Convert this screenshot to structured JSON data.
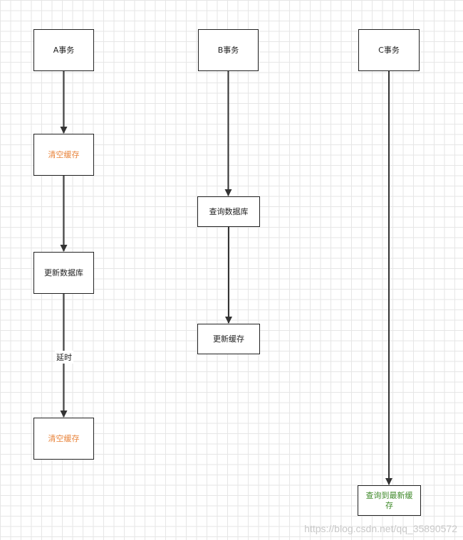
{
  "colors": {
    "line": "#333333",
    "border": "#222222",
    "text": "#222222",
    "orange_text": "#e8833a",
    "green_text": "#3f8a2a",
    "grid": "#e6e6e6"
  },
  "nodes": {
    "a_txn": {
      "label": "A事务",
      "color": "text"
    },
    "a_clear_cache_1": {
      "label": "清空缓存",
      "color": "orange_text"
    },
    "a_update_db": {
      "label": "更新数据库",
      "color": "text"
    },
    "a_clear_cache_2": {
      "label": "清空缓存",
      "color": "orange_text"
    },
    "b_txn": {
      "label": "B事务",
      "color": "text"
    },
    "b_query_db": {
      "label": "查询数据库",
      "color": "text"
    },
    "b_update_cache": {
      "label": "更新缓存",
      "color": "text"
    },
    "c_txn": {
      "label": "C事务",
      "color": "text"
    },
    "c_query_latest_cache": {
      "label": "查询到最新缓存",
      "color": "green_text"
    }
  },
  "edges": [
    {
      "from": "a_txn",
      "to": "a_clear_cache_1",
      "label": ""
    },
    {
      "from": "a_clear_cache_1",
      "to": "a_update_db",
      "label": ""
    },
    {
      "from": "a_update_db",
      "to": "a_clear_cache_2",
      "label": "延时"
    },
    {
      "from": "b_txn",
      "to": "b_query_db",
      "label": ""
    },
    {
      "from": "b_query_db",
      "to": "b_update_cache",
      "label": ""
    },
    {
      "from": "c_txn",
      "to": "c_query_latest_cache",
      "label": ""
    }
  ],
  "watermark": "https://blog.csdn.net/qq_35890572"
}
